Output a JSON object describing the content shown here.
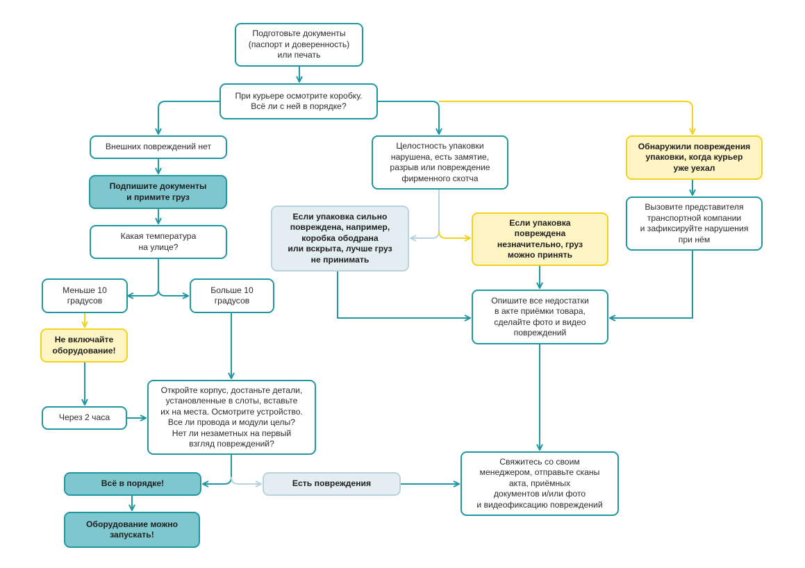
{
  "nodes": {
    "docs": "Подготовьте документы\n(паспорт и доверенность)\nили печать",
    "inspect": "При курьере осмотрите коробку.\nВсё ли с ней в порядке?",
    "no_damage": "Внешних повреждений нет",
    "sign": "Подпишите документы\nи примите груз",
    "temperature": "Какая температура\nна улице?",
    "less10": "Меньше 10\nградусов",
    "more10": "Больше 10\nградусов",
    "dont_turn_on": "Не включайте\nоборудование!",
    "after2h": "Через 2 часа",
    "open_case": "Откройте корпус, достаньте детали,\nустановленные в слоты, вставьте\nих на места. Осмотрите устройство.\nВсе ли провода и модули целы?\nНет ли незаметных на первый\nвзгляд повреждений?",
    "all_ok": "Всё в порядке!",
    "can_start": "Оборудование можно\nзапускать!",
    "has_damage": "Есть повреждения",
    "integrity": "Целостность упаковки\nнарушена, есть замятие,\nразрыв или повреждение\nфирменного скотча",
    "heavy": "Если упаковка сильно\nповреждена, например,\nкоробка ободрана\nили вскрыта, лучше груз\nне принимать",
    "light": "Если упаковка\nповреждена\nнезначительно, груз\nможно принять",
    "describe": "Опишите все недостатки\nв акте приёмки товара,\nсделайте фото и видео\nповреждений",
    "contact": "Свяжитесь со своим\nменеджером, отправьте сканы\nакта, приёмных\nдокументов и/или фото\nи видеофиксацию повреждений",
    "found_after": "Обнаружили повреждения\nупаковки, когда курьер\nуже уехал",
    "call_rep": "Вызовите представителя\nтранспортной компании\nи зафиксируйте нарушения\nпри нём"
  },
  "colors": {
    "teal": "#1f97a0",
    "yellow": "#f3d21c",
    "grey": "#b9d3dd",
    "teal_fill": "#7fc7cf",
    "yellow_fill": "#fff5c4",
    "grey_fill": "#e3edf2"
  }
}
